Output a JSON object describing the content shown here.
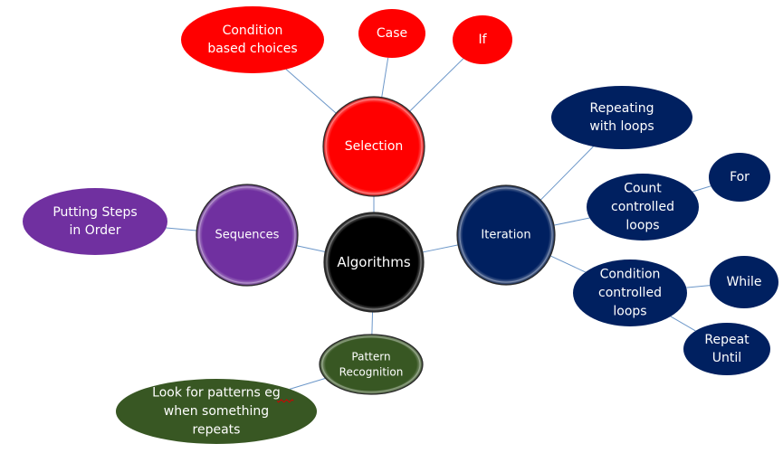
{
  "diagram": {
    "type": "mind-map",
    "colors": {
      "selection": "#ff0000",
      "sequences": "#7030a0",
      "algorithms": "#000000",
      "iteration": "#002060",
      "pattern": "#385723",
      "connector": "#6c97c9",
      "text": "#ffffff",
      "spellcheck": "#d00000"
    },
    "nodes": [
      {
        "id": "algorithms",
        "lines": [
          "Algorithms"
        ],
        "color": "algorithms",
        "shape": "circle",
        "style": "bevel"
      },
      {
        "id": "selection",
        "lines": [
          "Selection"
        ],
        "color": "selection",
        "shape": "circle",
        "style": "bevel"
      },
      {
        "id": "condition-based-choices",
        "lines": [
          "Condition",
          "based choices"
        ],
        "color": "selection",
        "shape": "ellipse"
      },
      {
        "id": "case",
        "lines": [
          "Case"
        ],
        "color": "selection",
        "shape": "ellipse"
      },
      {
        "id": "if",
        "lines": [
          "If"
        ],
        "color": "selection",
        "shape": "ellipse"
      },
      {
        "id": "sequences",
        "lines": [
          "Sequences"
        ],
        "color": "sequences",
        "shape": "circle",
        "style": "bevel"
      },
      {
        "id": "putting-steps-in-order",
        "lines": [
          "Putting Steps",
          "in Order"
        ],
        "color": "sequences",
        "shape": "ellipse"
      },
      {
        "id": "iteration",
        "lines": [
          "Iteration"
        ],
        "color": "iteration",
        "shape": "circle",
        "style": "bevel"
      },
      {
        "id": "repeating-with-loops",
        "lines": [
          "Repeating",
          "with loops"
        ],
        "color": "iteration",
        "shape": "ellipse"
      },
      {
        "id": "count-controlled-loops",
        "lines": [
          "Count",
          "controlled",
          "loops"
        ],
        "color": "iteration",
        "shape": "ellipse"
      },
      {
        "id": "for",
        "lines": [
          "For"
        ],
        "color": "iteration",
        "shape": "ellipse"
      },
      {
        "id": "condition-controlled-loops",
        "lines": [
          "Condition",
          "controlled",
          "loops"
        ],
        "color": "iteration",
        "shape": "ellipse"
      },
      {
        "id": "while",
        "lines": [
          "While"
        ],
        "color": "iteration",
        "shape": "ellipse"
      },
      {
        "id": "repeat-until",
        "lines": [
          "Repeat",
          "Until"
        ],
        "color": "iteration",
        "shape": "ellipse"
      },
      {
        "id": "pattern-recognition",
        "lines": [
          "Pattern",
          "Recognition"
        ],
        "color": "pattern",
        "shape": "ellipse",
        "style": "bevel"
      },
      {
        "id": "look-for-patterns",
        "lines": [
          "Look for patterns eg",
          "when something",
          "repeats"
        ],
        "color": "pattern",
        "shape": "ellipse",
        "spellcheck_word": "eg"
      }
    ],
    "edges": [
      [
        "algorithms",
        "selection"
      ],
      [
        "algorithms",
        "sequences"
      ],
      [
        "algorithms",
        "iteration"
      ],
      [
        "algorithms",
        "pattern-recognition"
      ],
      [
        "selection",
        "condition-based-choices"
      ],
      [
        "selection",
        "case"
      ],
      [
        "selection",
        "if"
      ],
      [
        "sequences",
        "putting-steps-in-order"
      ],
      [
        "iteration",
        "repeating-with-loops"
      ],
      [
        "iteration",
        "count-controlled-loops"
      ],
      [
        "iteration",
        "condition-controlled-loops"
      ],
      [
        "count-controlled-loops",
        "for"
      ],
      [
        "condition-controlled-loops",
        "while"
      ],
      [
        "condition-controlled-loops",
        "repeat-until"
      ],
      [
        "pattern-recognition",
        "look-for-patterns"
      ]
    ]
  }
}
